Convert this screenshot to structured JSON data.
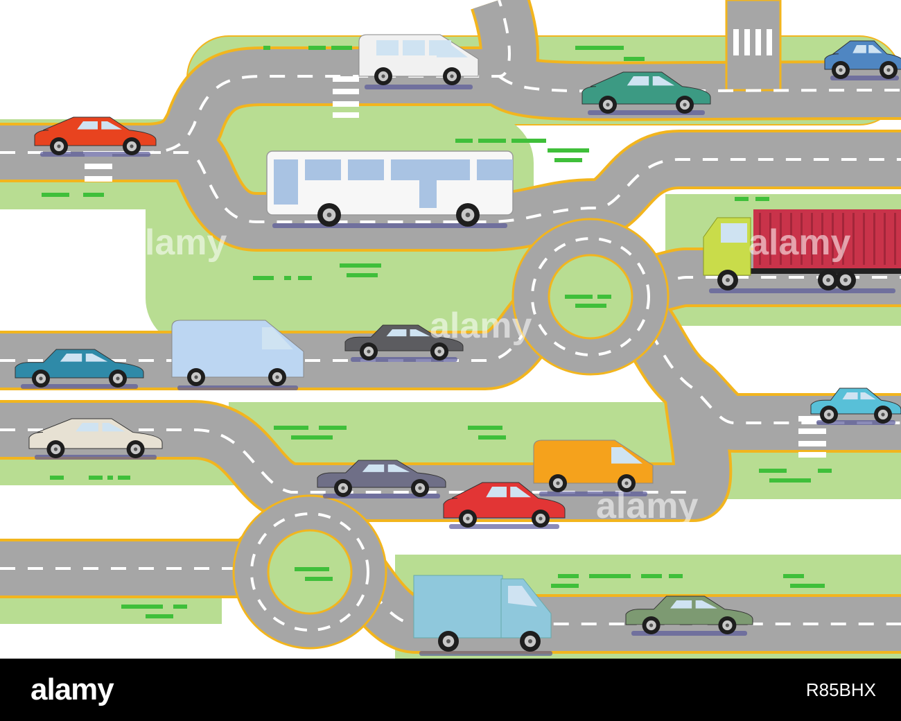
{
  "watermark": {
    "text": "alamy"
  },
  "footer": {
    "brand": "alamy",
    "image_id": "R85BHX"
  },
  "colors": {
    "road": "#a6a6a6",
    "grass": "#b8dd92",
    "grass_dash": "#3fbf3a",
    "curb": "#f2b51e",
    "lane_mark": "#ffffff",
    "footer_bg": "#000000"
  },
  "vehicles": [
    {
      "name": "red-station-wagon",
      "type": "wagon",
      "color": "#e8431f"
    },
    {
      "name": "white-minivan",
      "type": "minivan",
      "color": "#f1f1f1"
    },
    {
      "name": "green-hatchback",
      "type": "hatch",
      "color": "#3c9a83"
    },
    {
      "name": "blue-suv-top-right",
      "type": "suv",
      "color": "#4f86c2"
    },
    {
      "name": "white-city-bus",
      "type": "bus",
      "color": "#f7f7f7"
    },
    {
      "name": "container-truck",
      "type": "truck",
      "color": "#c9334a"
    },
    {
      "name": "teal-sedan",
      "type": "sedan",
      "color": "#2f8aa8"
    },
    {
      "name": "light-blue-van",
      "type": "van",
      "color": "#bcd6f2"
    },
    {
      "name": "dark-grey-coupe",
      "type": "coupe",
      "color": "#5c5c60"
    },
    {
      "name": "beige-estate-car",
      "type": "wagon",
      "color": "#e7e1d3"
    },
    {
      "name": "cyan-coupe",
      "type": "coupe",
      "color": "#58c0d8"
    },
    {
      "name": "grey-sports-sedan",
      "type": "sedan",
      "color": "#6f6f87"
    },
    {
      "name": "orange-van",
      "type": "van",
      "color": "#f5a21c"
    },
    {
      "name": "red-suv",
      "type": "suv",
      "color": "#e23535"
    },
    {
      "name": "blue-box-truck",
      "type": "boxtruck",
      "color": "#8fc8dc"
    },
    {
      "name": "olive-sedan",
      "type": "sedan",
      "color": "#7d9a72"
    }
  ]
}
